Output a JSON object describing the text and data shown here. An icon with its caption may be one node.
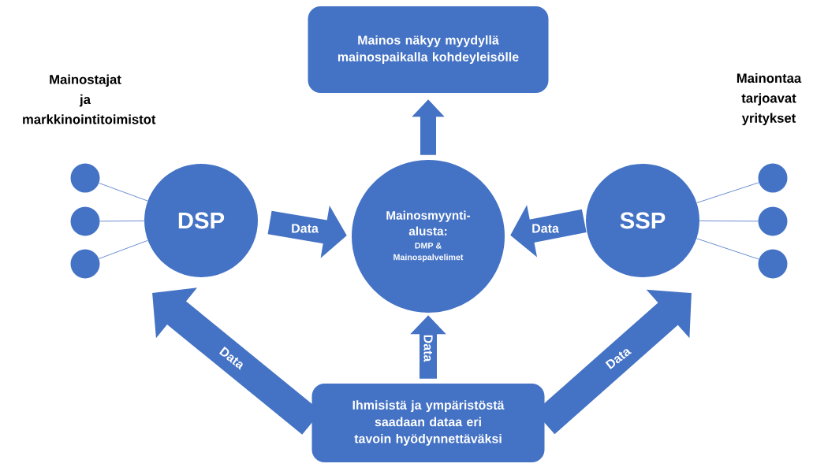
{
  "diagram": {
    "nodes": [
      {
        "text": [
          "Mainos näkyy myydyllä mainospaikalla kohdeyleisölle"
        ]
      },
      {
        "text": [
          "DSP"
        ]
      },
      {
        "text": [
          "Mainosmyynti- alusta:",
          "DMP & Mainospalvelimet"
        ]
      },
      {
        "text": [
          "SSP"
        ]
      },
      {
        "text": [
          "Ihmisistä ja ympäristöstä saadaan dataa eri tavoin hyödynnettäväksi"
        ]
      },
      {
        "text": [],
        "shape": "circle"
      },
      {
        "text": [],
        "shape": "circle"
      },
      {
        "text": [],
        "shape": "circle"
      },
      {
        "text": [],
        "shape": "circle"
      },
      {
        "text": [],
        "shape": "circle"
      },
      {
        "text": [],
        "shape": "circle"
      }
    ],
    "edges": [
      {
        "from": 1,
        "to": 2,
        "arrow": "to",
        "label": "Data",
        "style": "thick"
      },
      {
        "from": 3,
        "to": 2,
        "arrow": "to",
        "label": "Data",
        "style": "thick"
      },
      {
        "from": 2,
        "to": 0,
        "arrow": "to",
        "style": "thick"
      },
      {
        "from": 4,
        "to": 2,
        "arrow": "to",
        "label": "Data",
        "style": "thick"
      },
      {
        "from": 4,
        "to": 1,
        "arrow": "to",
        "label": "Data",
        "style": "thick"
      },
      {
        "from": 4,
        "to": 3,
        "arrow": "to",
        "label": "Data",
        "style": "thick"
      },
      {
        "from": 5,
        "to": 1,
        "arrow": "none"
      },
      {
        "from": 6,
        "to": 1,
        "arrow": "none"
      },
      {
        "from": 7,
        "to": 1,
        "arrow": "none"
      },
      {
        "from": 3,
        "to": 8,
        "arrow": "none"
      },
      {
        "from": 3,
        "to": 9,
        "arrow": "none"
      },
      {
        "from": 3,
        "to": 10,
        "arrow": "none"
      }
    ],
    "labels": [
      "Mainostajat ja markkinointitoimistot",
      "Mainontaa tarjoavat yritykset"
    ]
  }
}
